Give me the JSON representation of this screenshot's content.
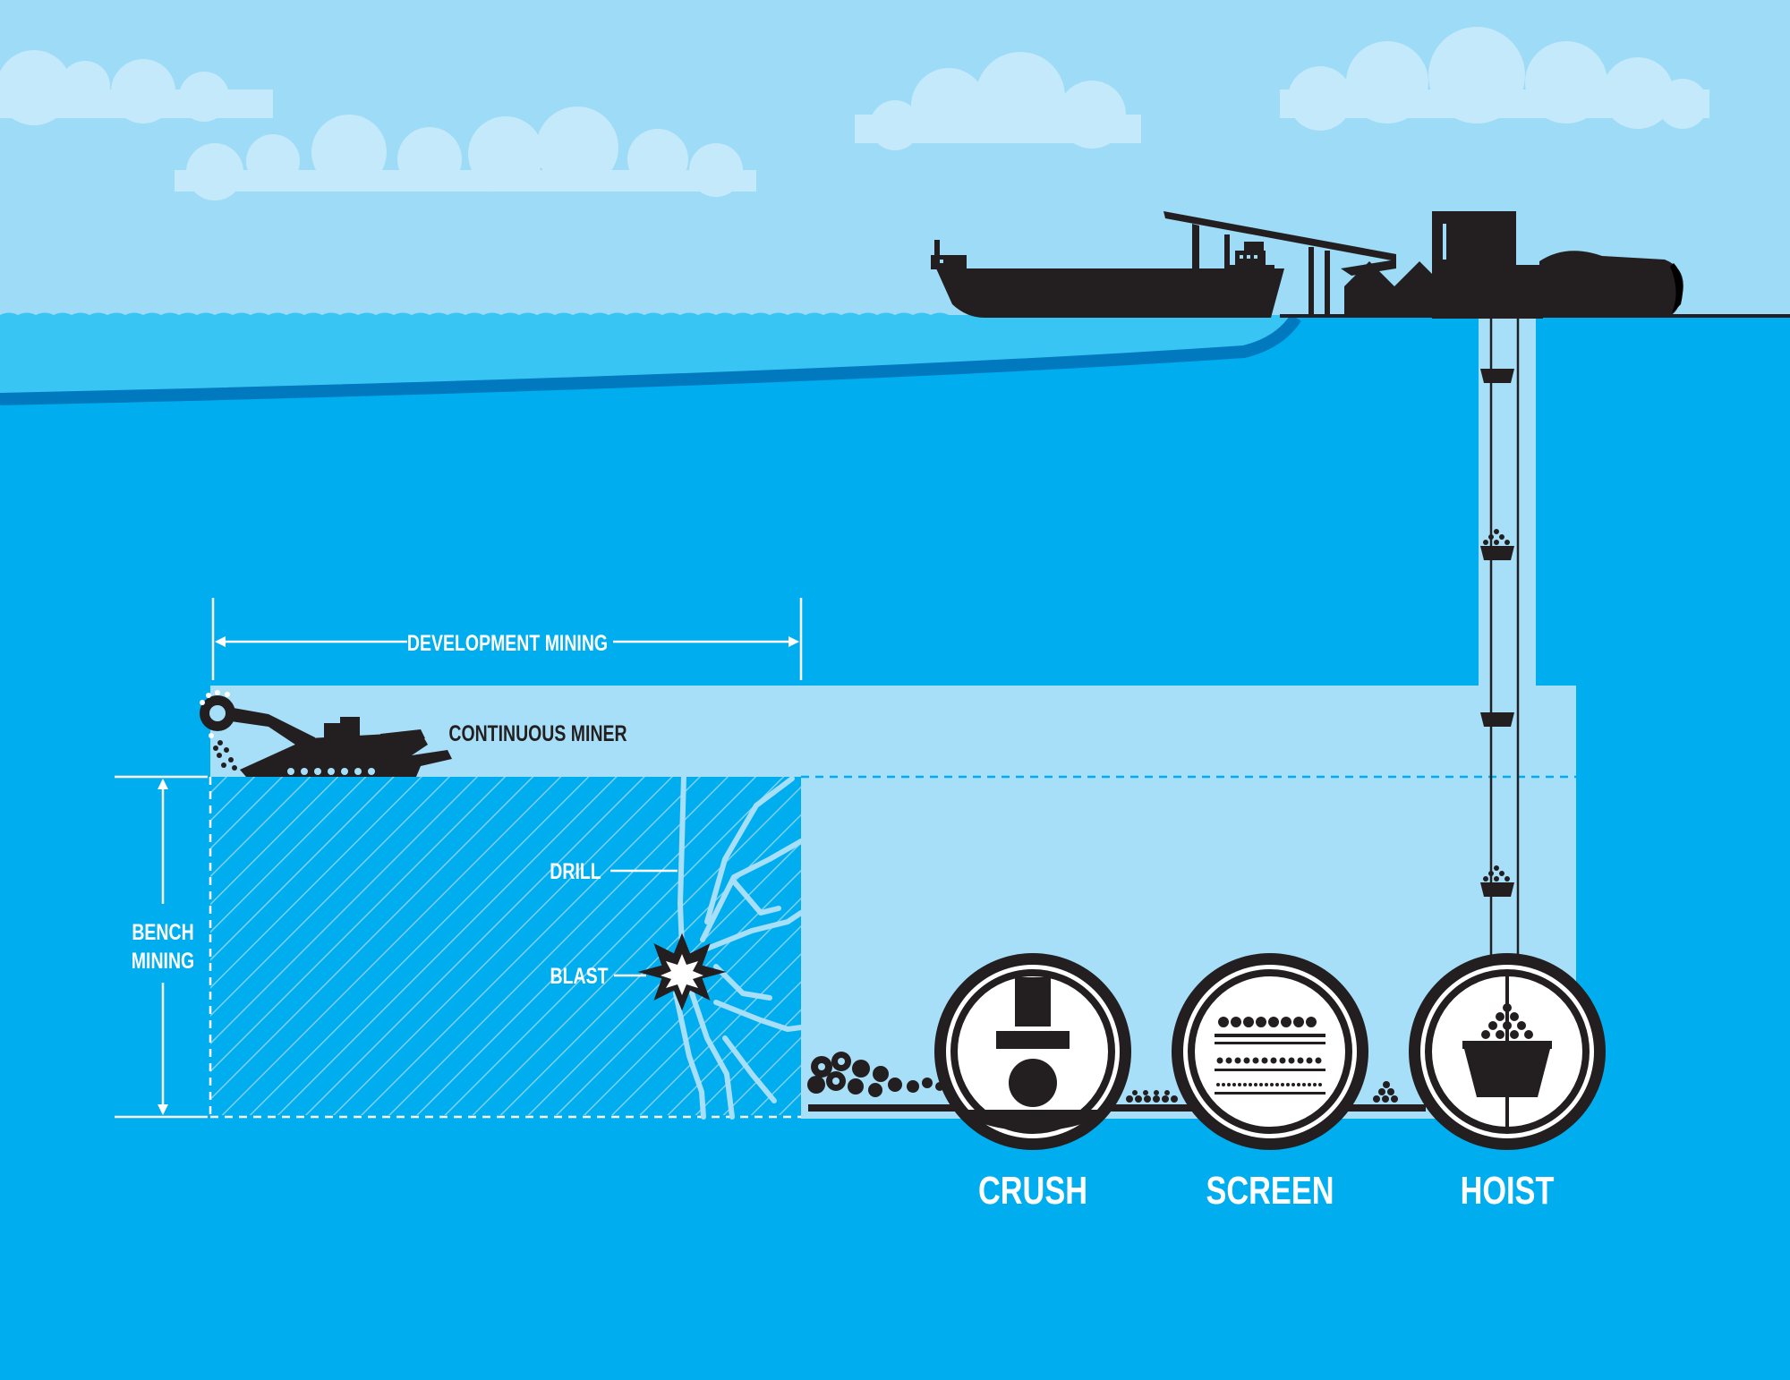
{
  "labels": {
    "development_mining": "DEVELOPMENT MINING",
    "continuous_miner": "CONTINUOUS MINER",
    "bench_line1": "BENCH",
    "bench_line2": "MINING",
    "drill": "DRILL",
    "blast": "BLAST",
    "crush": "CRUSH",
    "screen": "SCREEN",
    "hoist": "HOIST"
  },
  "colors": {
    "sky": "#9ddbf7",
    "cloud": "#c4e9fb",
    "sea": "#38c5f4",
    "rock": "#00aeef",
    "rock_edge": "#0079bf",
    "tunnel": "#a8dff8",
    "silhouette": "#231f20",
    "white": "#ffffff"
  }
}
